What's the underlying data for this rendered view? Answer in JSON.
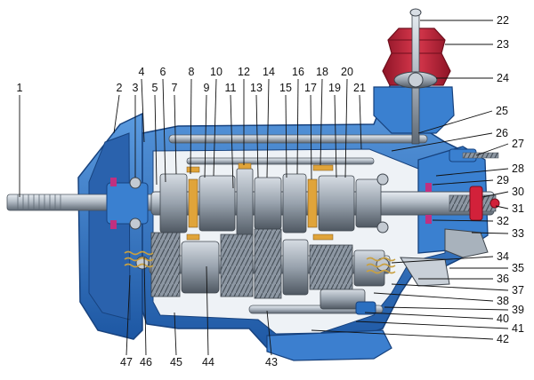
{
  "diagram": {
    "colors": {
      "housing": "#2a6fc0",
      "housing_dark": "#17427e",
      "housing_light": "#5b9be0",
      "steel": "#aeb7c2",
      "steel_dark": "#5e6873",
      "gear": "#8d97a3",
      "bronze": "#e0a43a",
      "rubber": "#c4283a",
      "accent_red": "#d2213a",
      "magenta": "#c03080"
    },
    "labels": {
      "top": [
        "4",
        "6",
        "8",
        "10",
        "12",
        "14",
        "16",
        "18",
        "20"
      ],
      "second_row": [
        "2",
        "3",
        "5",
        "7",
        "9",
        "11",
        "13",
        "15",
        "17",
        "19",
        "21"
      ],
      "left": [
        "1"
      ],
      "right": [
        "22",
        "23",
        "24",
        "25",
        "26",
        "27",
        "28",
        "29",
        "30",
        "31",
        "32",
        "33",
        "34",
        "35",
        "36",
        "37",
        "38",
        "39",
        "40",
        "41",
        "42"
      ],
      "bottom": [
        "47",
        "46",
        "45",
        "44",
        "43"
      ]
    }
  }
}
